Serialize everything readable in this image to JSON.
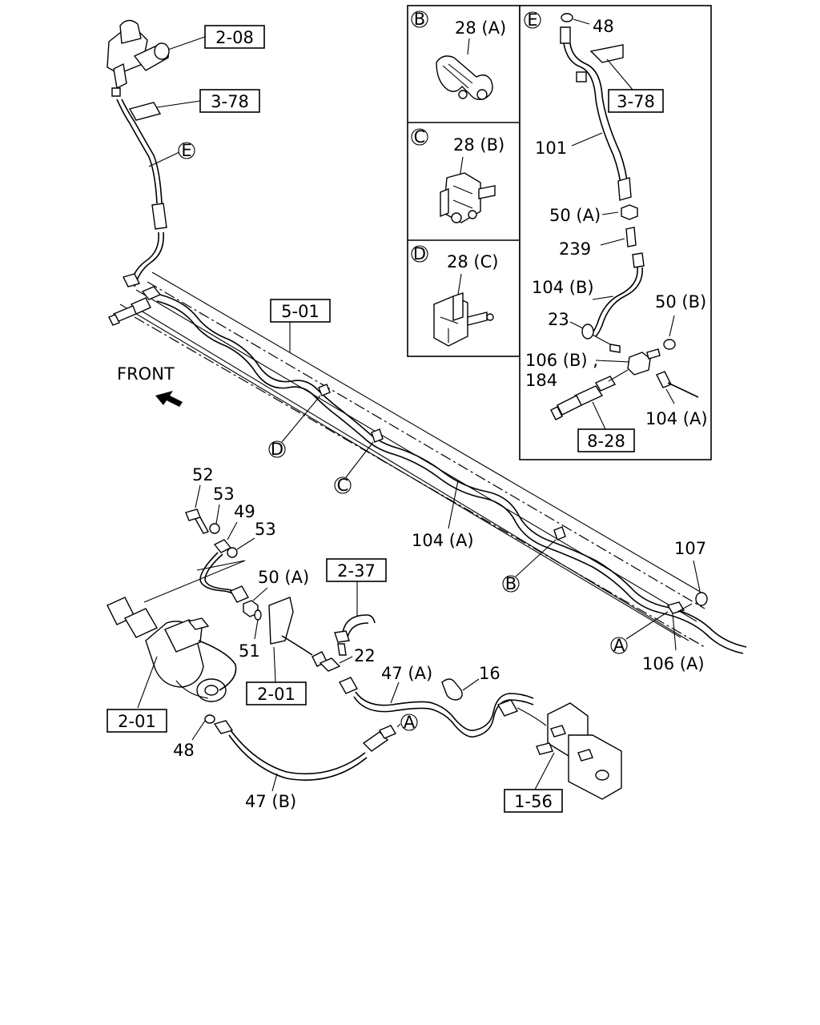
{
  "diagram": {
    "front_label": "FRONT",
    "ref_boxes": {
      "r208": "2-08",
      "r378_top": "3-78",
      "r378_inset": "3-78",
      "r501": "5-01",
      "r828": "8-28",
      "r237": "2-37",
      "r201_a": "2-01",
      "r201_b": "2-01",
      "r156": "1-56"
    },
    "callouts": {
      "E": "E",
      "D": "D",
      "C": "C",
      "B": "B",
      "A1": "A",
      "A2": "A",
      "inset_B": "B",
      "inset_C": "C",
      "inset_D": "D",
      "inset_E": "E"
    },
    "part_labels": {
      "p28a": "28 (A)",
      "p28b": "28 (B)",
      "p28c": "28 (C)",
      "p48_inset": "48",
      "p101": "101",
      "p50a_inset": "50 (A)",
      "p239": "239",
      "p104b": "104 (B)",
      "p23": "23",
      "p50b": "50 (B)",
      "p106b": "106 (B) ,",
      "p184": "184",
      "p104a_inset": "104 (A)",
      "p52": "52",
      "p53a": "53",
      "p49": "49",
      "p53b": "53",
      "p50a": "50 (A)",
      "p51": "51",
      "p22": "22",
      "p47a": "47 (A)",
      "p16": "16",
      "p48": "48",
      "p47b": "47 (B)",
      "p104a": "104 (A)",
      "p107": "107",
      "p106a": "106 (A)"
    }
  }
}
